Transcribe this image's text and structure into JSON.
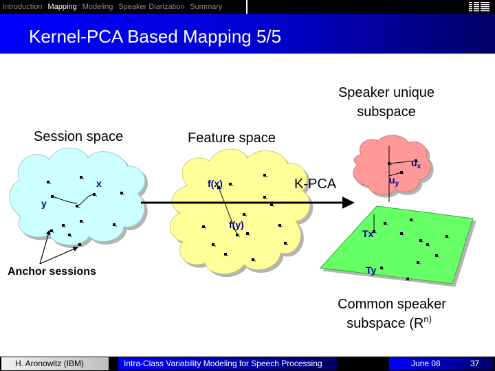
{
  "nav": {
    "items": [
      "Introduction",
      "Mapping",
      "Modeling",
      "Speaker Diarization",
      "Summary"
    ],
    "active_index": 1
  },
  "logo": {
    "text": "IBM",
    "icon": "ibm-logo-icon"
  },
  "title": "Kernel-PCA Based Mapping 5/5",
  "diagram": {
    "session_space_label": "Session space",
    "feature_space_label": "Feature space",
    "unique_subspace_label": [
      "Speaker unique",
      "subspace"
    ],
    "common_subspace_label": [
      "Common speaker",
      "subspace (R",
      "n)"
    ],
    "kpca_label": "K-PCA",
    "anchor_label": "Anchor sessions",
    "x_label": "x",
    "y_label": "y",
    "fx_label": "f(x)",
    "fy_label": "f(y)",
    "ux_label": "u",
    "ux_sub": "x",
    "uy_label": "u",
    "uy_sub": "y",
    "tx_label": "Tx",
    "ty_label": "Ty"
  },
  "colors": {
    "session_cloud": "#ccffff",
    "feature_cloud": "#ffff99",
    "unique_cloud": "#ff9999",
    "common_plane": "#66ff66",
    "title_gradient_start": "#0000ff",
    "label_blue": "#000099"
  },
  "footer": {
    "author": "H. Aronowitz (IBM)",
    "talk": "Intra-Class Variability Modeling for Speech Processing",
    "date": "June 08",
    "page": "37"
  }
}
